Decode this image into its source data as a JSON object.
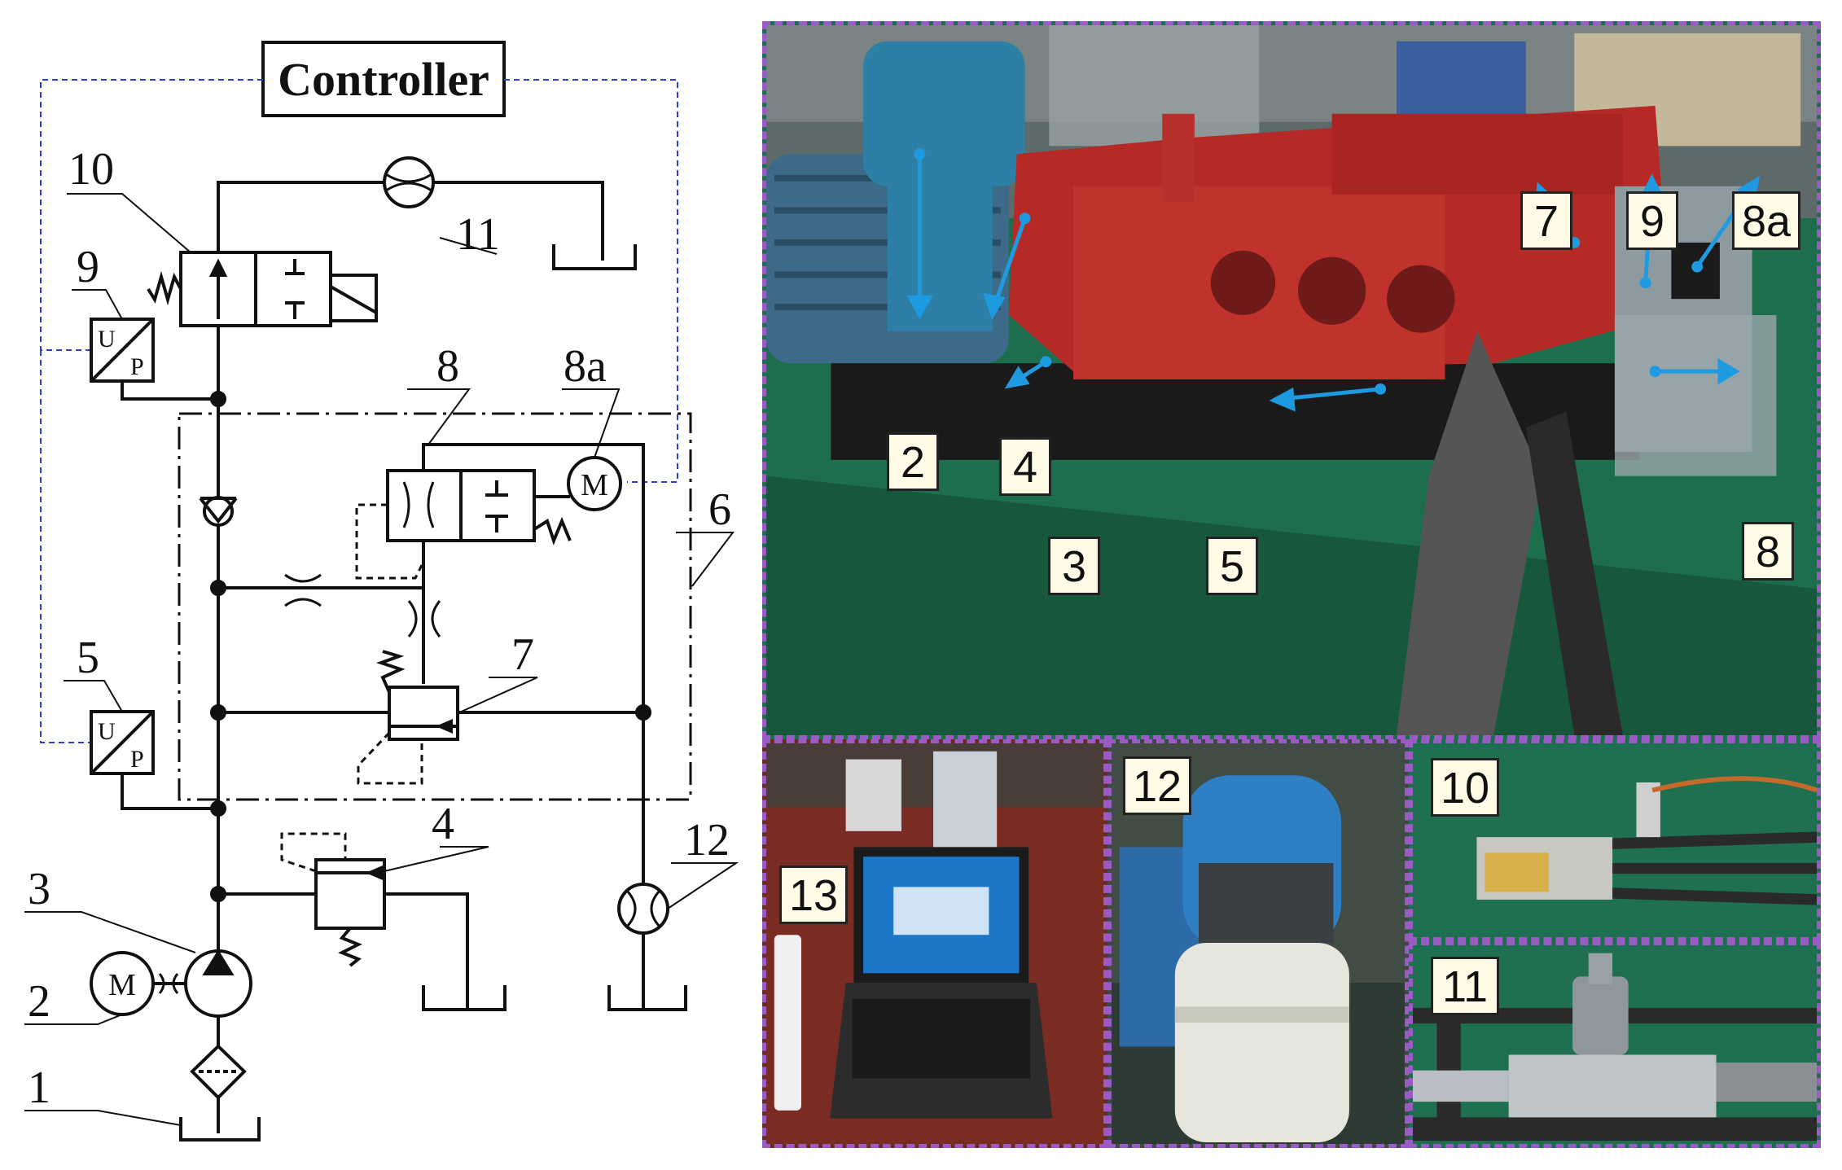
{
  "schematic": {
    "controller_label": "Controller",
    "component_numbers": {
      "n1": "1",
      "n2": "2",
      "n3": "3",
      "n4": "4",
      "n5": "5",
      "n6": "6",
      "n7": "7",
      "n8": "8",
      "n8a": "8a",
      "n9": "9",
      "n10": "10",
      "n11": "11",
      "n12": "12"
    },
    "transducer_letters": {
      "u": "U",
      "p": "P"
    },
    "motor_letter": "M"
  },
  "photo_tags": {
    "main": [
      "2",
      "4",
      "3",
      "5",
      "7",
      "9",
      "8a",
      "8"
    ],
    "laptop": "13",
    "flowmeter": "12",
    "valve": "10",
    "sensor": "11"
  },
  "colors": {
    "frame_dashed": "#9a5bc4",
    "signal_line": "#2b3fd6",
    "pointer_arrow": "#1e9be0",
    "pump_red": "#b52a26",
    "motor_blue": "#2d7fa6",
    "floor_green": "#1d6e4c"
  }
}
